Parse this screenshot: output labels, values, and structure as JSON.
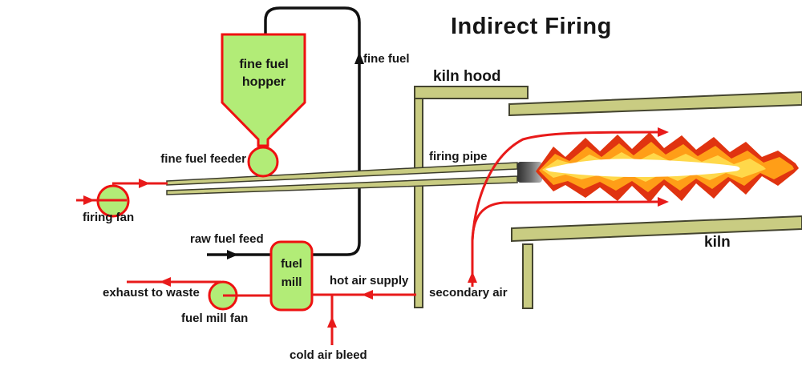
{
  "title": "Indirect Firing",
  "labels": {
    "fine_fuel_hopper": "fine fuel hopper",
    "fine_fuel": "fine fuel",
    "fine_fuel_feeder": "fine fuel feeder",
    "firing_fan": "firing fan",
    "raw_fuel_feed": "raw fuel feed",
    "fuel_mill": "fuel mill",
    "hot_air_supply": "hot air supply",
    "exhaust_to_waste": "exhaust to waste",
    "fuel_mill_fan": "fuel mill fan",
    "cold_air_bleed": "cold air bleed",
    "secondary_air": "secondary air",
    "kiln_hood": "kiln hood",
    "firing_pipe": "firing pipe",
    "kiln": "kiln"
  },
  "colors": {
    "equipment_fill": "#b2ec77",
    "equipment_border": "#ee1111",
    "structure_fill": "#c9cc82",
    "structure_border": "#44442f",
    "fuel_line": "#111111",
    "air_line": "#e81a1a",
    "flame_outer": "#e03310",
    "flame_mid": "#ff9e17",
    "flame_inner": "#ffd84a",
    "flame_core": "#ffffff"
  }
}
